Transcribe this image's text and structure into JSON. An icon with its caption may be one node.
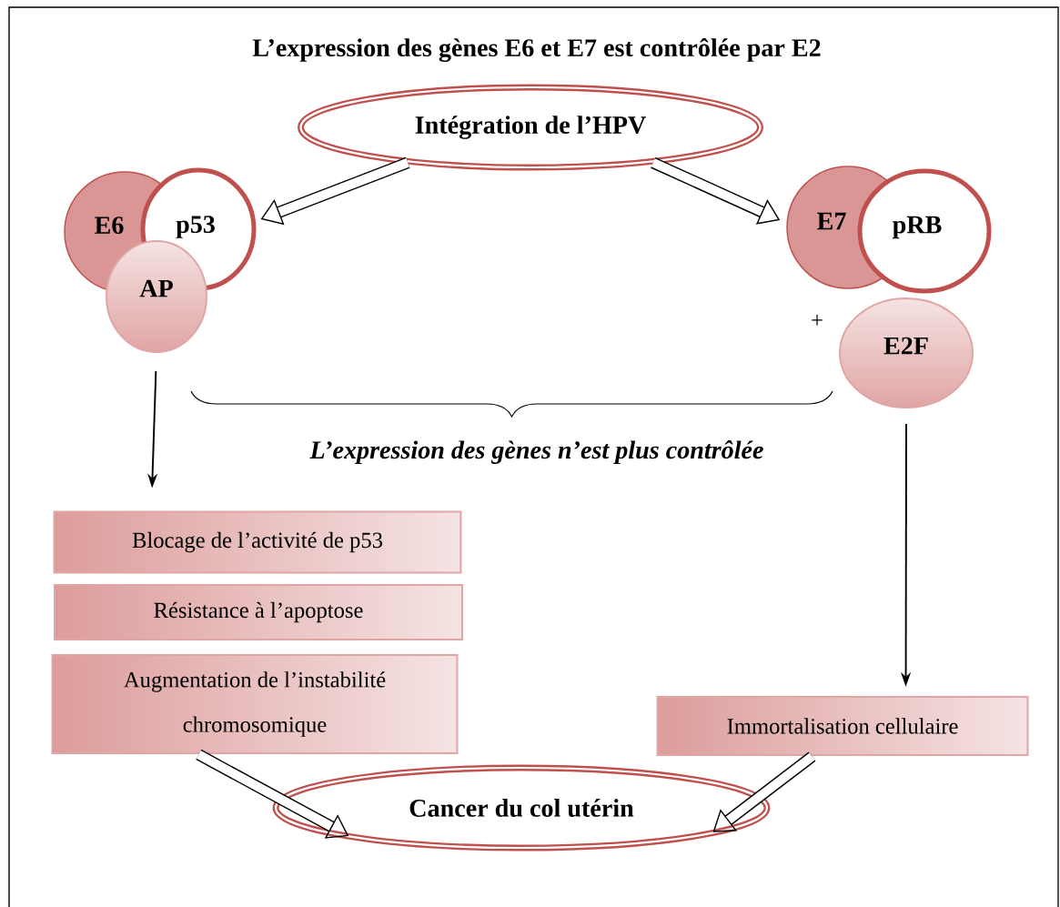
{
  "diagram": {
    "title": "L’expression des gènes E6 et E7 est contrôlée par E2",
    "nodes": [
      {
        "text": [
          "Intégration de l’HPV"
        ]
      },
      {
        "text": [
          "E6"
        ]
      },
      {
        "text": [
          "p53"
        ]
      },
      {
        "text": [
          "AP"
        ]
      },
      {
        "text": [
          "E7"
        ]
      },
      {
        "text": [
          "pRB"
        ]
      },
      {
        "text": [
          "E2F"
        ]
      },
      {
        "text": [
          "Blocage de l’activité de p53"
        ]
      },
      {
        "text": [
          "Résistance à l’apoptose"
        ]
      },
      {
        "text": [
          "Augmentation de l’instabilité chromosomique"
        ]
      },
      {
        "text": [
          "Immortalisation cellulaire"
        ]
      },
      {
        "text": [
          "Cancer du col utérin"
        ]
      }
    ],
    "edges": [
      {
        "from": 0,
        "to": 2,
        "arrow": "to"
      },
      {
        "from": 0,
        "to": 4,
        "arrow": "to"
      },
      {
        "from": 3,
        "to": 7,
        "arrow": "to"
      },
      {
        "from": 6,
        "to": 10,
        "arrow": "to"
      },
      {
        "from": 9,
        "to": 11,
        "arrow": "to"
      },
      {
        "from": 10,
        "to": 11,
        "arrow": "to"
      }
    ],
    "labels": [
      "+",
      "L’expression des gènes n’est plus contrôlée"
    ]
  }
}
